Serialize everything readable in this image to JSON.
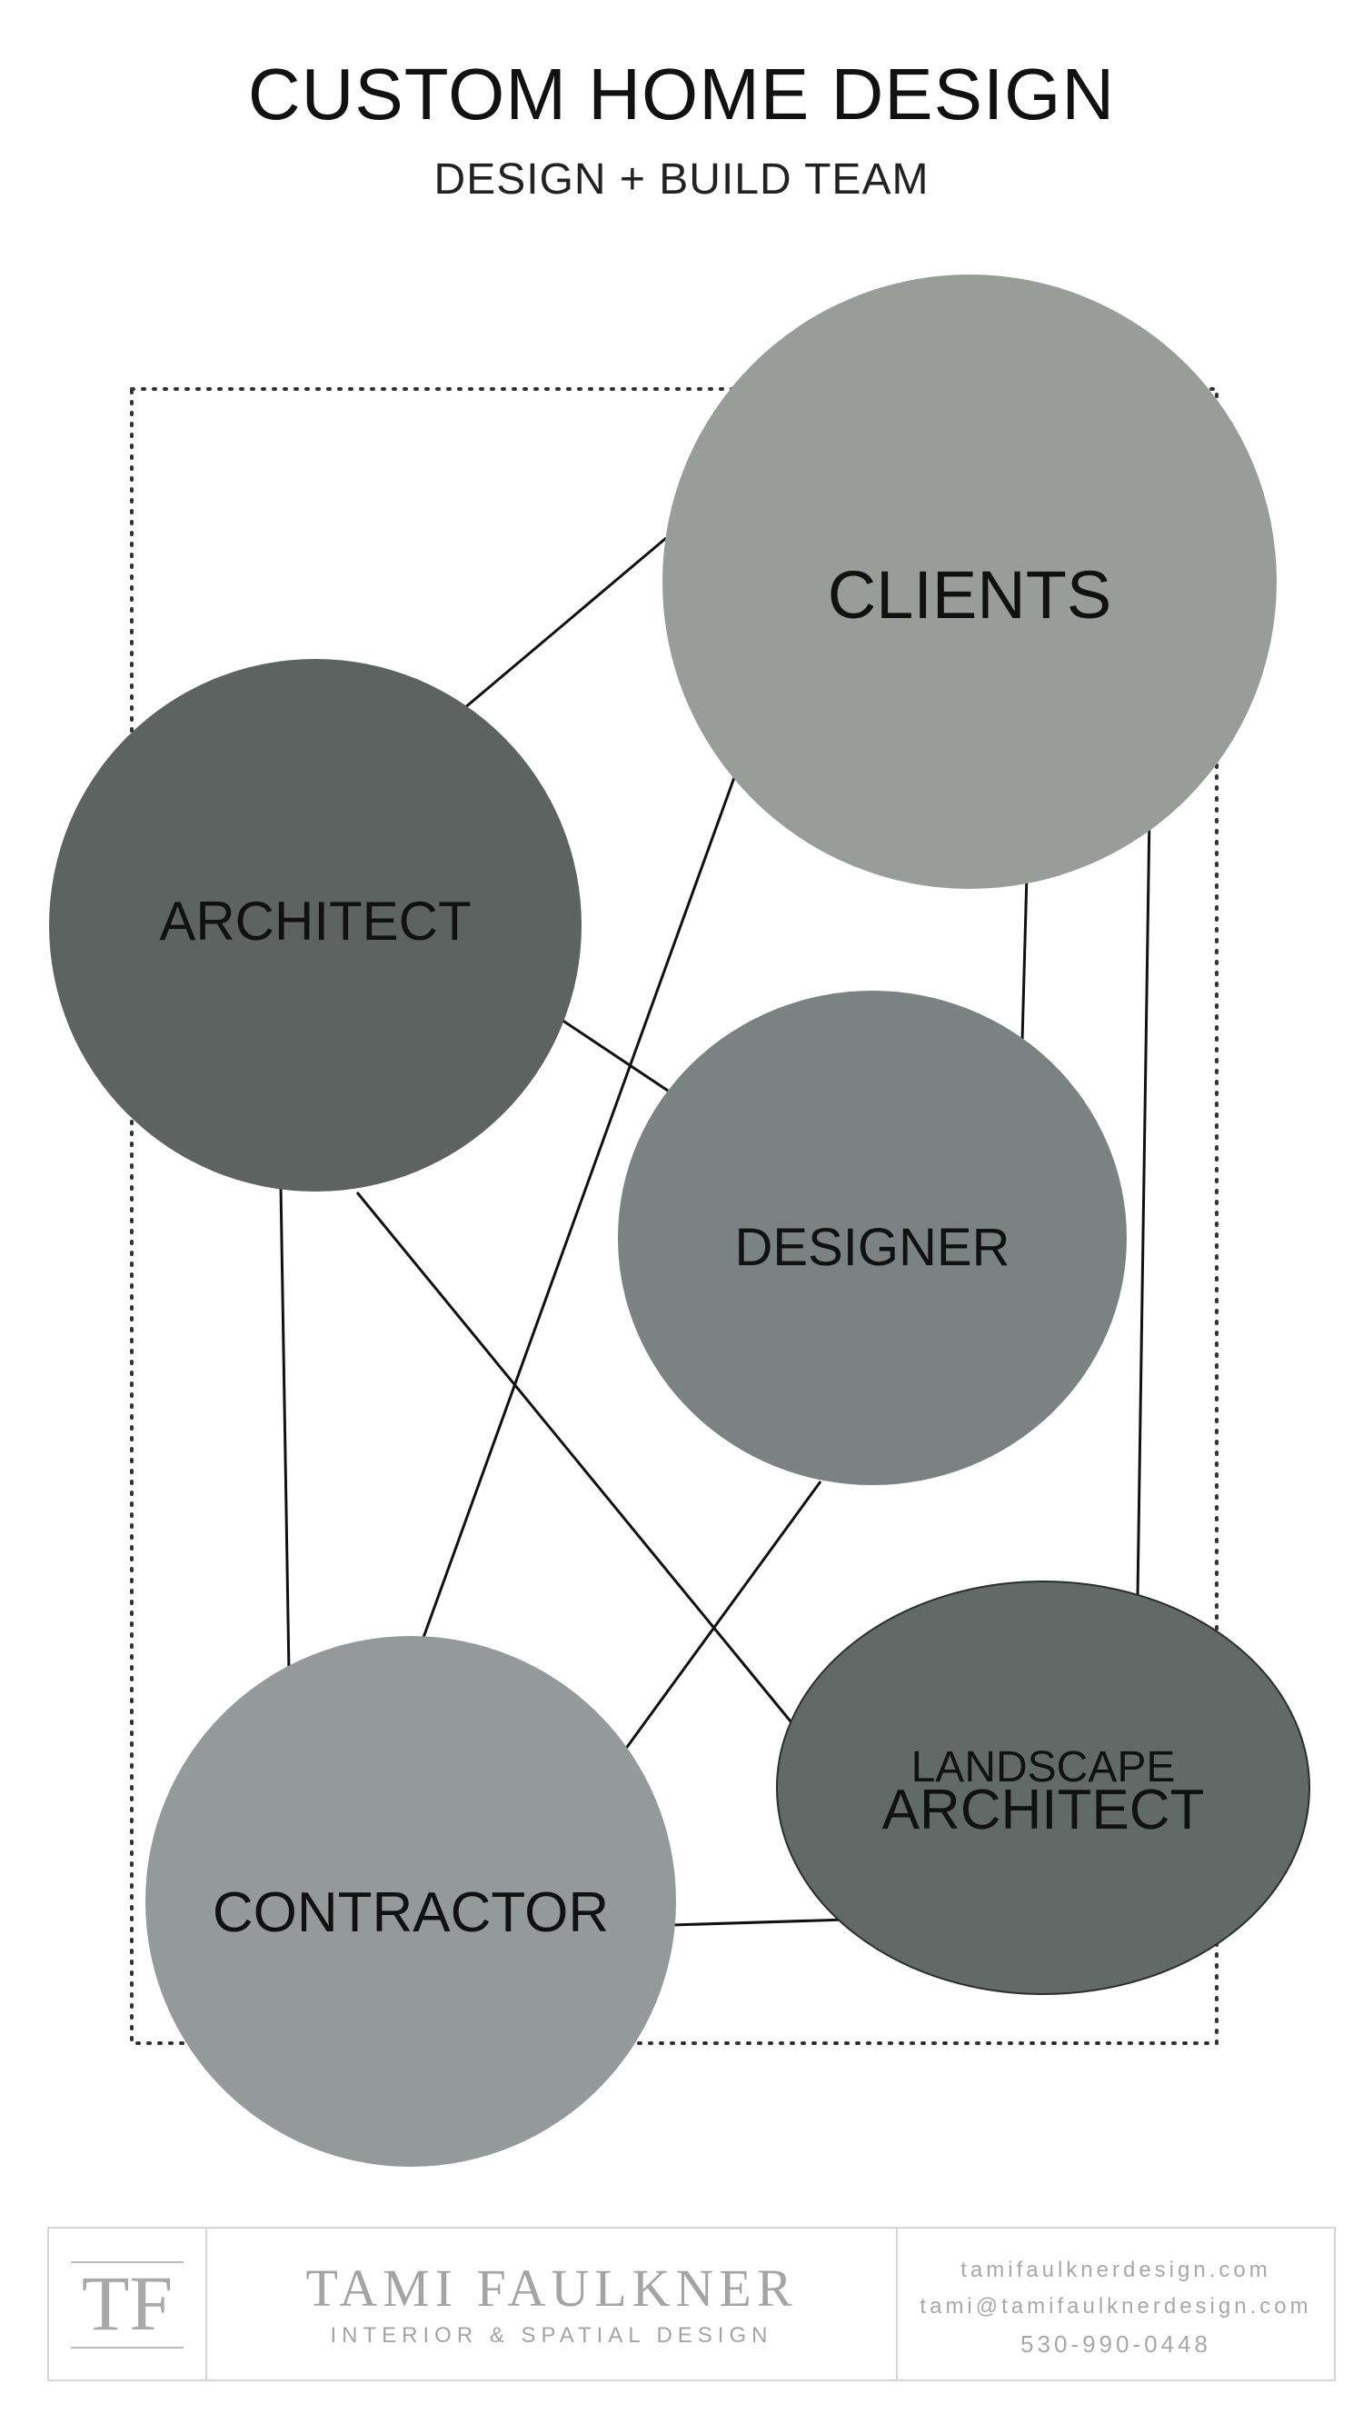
{
  "header": {
    "title": "CUSTOM HOME DESIGN",
    "subtitle": "DESIGN + BUILD TEAM"
  },
  "diagram": {
    "nodes": [
      {
        "id": "clients",
        "label": "CLIENTS",
        "color": "#999d99"
      },
      {
        "id": "architect",
        "label": "ARCHITECT",
        "color": "#5d6360"
      },
      {
        "id": "designer",
        "label": "DESIGNER",
        "color": "#7a8381"
      },
      {
        "id": "landscape",
        "label_line1": "LANDSCAPE",
        "label_line2": "ARCHITECT",
        "color": "#626a68"
      },
      {
        "id": "contractor",
        "label": "CONTRACTOR",
        "color": "#949a9a"
      }
    ],
    "connections": [
      [
        "architect",
        "clients"
      ],
      [
        "architect",
        "designer"
      ],
      [
        "architect",
        "contractor"
      ],
      [
        "architect",
        "landscape"
      ],
      [
        "clients",
        "designer"
      ],
      [
        "clients",
        "contractor"
      ],
      [
        "clients",
        "landscape"
      ],
      [
        "designer",
        "contractor"
      ],
      [
        "contractor",
        "landscape"
      ]
    ]
  },
  "footer": {
    "logo": "TF",
    "brand_name": "TAMI FAULKNER",
    "brand_tagline": "INTERIOR & SPATIAL DESIGN",
    "website": "tamifaulknerdesign.com",
    "email": "tami@tamifaulknerdesign.com",
    "phone": "530-990-0448"
  }
}
